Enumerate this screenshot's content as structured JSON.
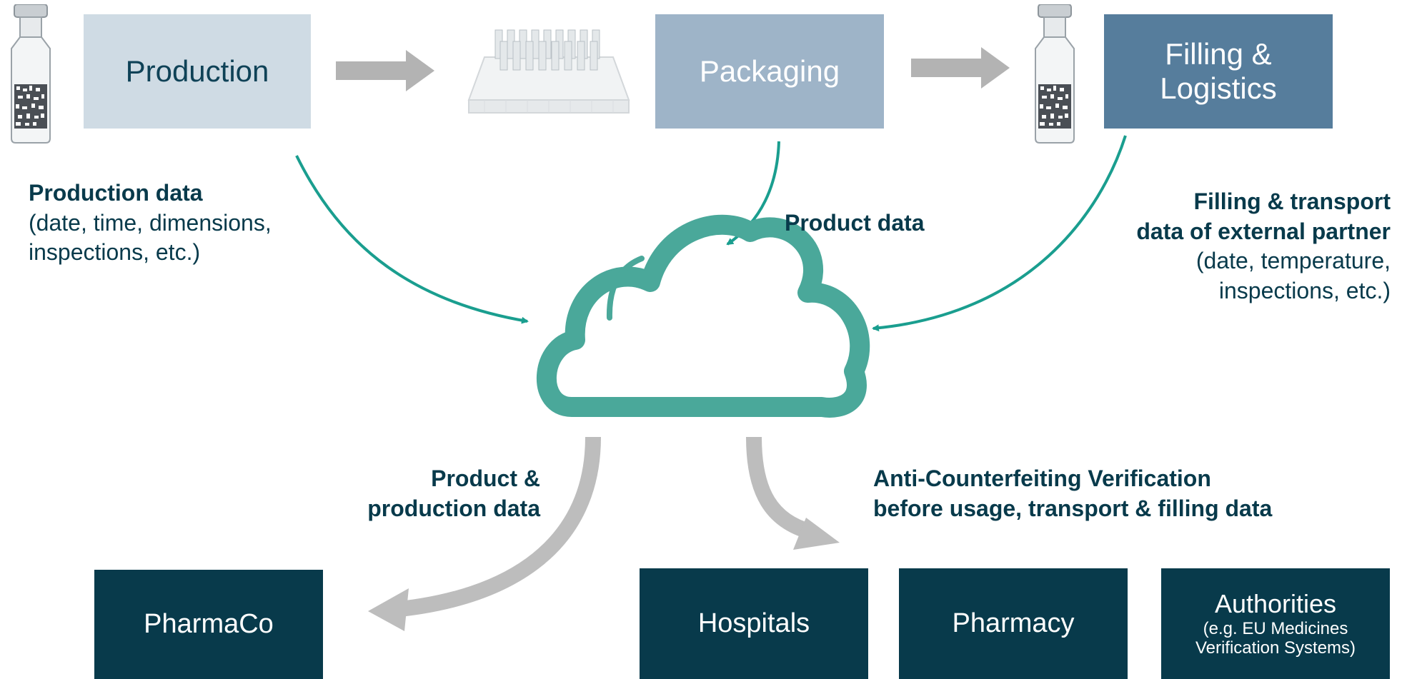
{
  "colors": {
    "production_box": "#cfdbe4",
    "packaging_box": "#9eb4c8",
    "filling_box": "#567d9c",
    "dark_box": "#083a4b",
    "teal": "#1a9e8f",
    "cloud": "#4aa89a",
    "grey_arrow": "#b8b8b8",
    "text_dark": "#083a4b"
  },
  "top": {
    "production": "Production",
    "packaging": "Packaging",
    "filling_line1": "Filling &",
    "filling_line2": "Logistics"
  },
  "labels": {
    "production_data_title": "Production data",
    "production_data_line1": "(date, time, dimensions,",
    "production_data_line2": "inspections, etc.)",
    "product_data_title": "Product data",
    "filling_title_line1": "Filling & transport",
    "filling_title_line2": "data of external partner",
    "filling_detail_line1": "(date, temperature,",
    "filling_detail_line2": "inspections, etc.)",
    "product_production_line1": "Product &",
    "product_production_line2": "production data",
    "anti_line1": "Anti-Counterfeiting Verification",
    "anti_line2": "before usage, transport & filling data"
  },
  "bottom": {
    "pharmaco": "PharmaCo",
    "hospitals": "Hospitals",
    "pharmacy": "Pharmacy",
    "authorities": "Authorities",
    "authorities_sub1": "(e.g. EU Medicines",
    "authorities_sub2": "Verification Systems)"
  },
  "icons": [
    "vial-icon",
    "vial-tray-icon",
    "vial-icon",
    "cloud-icon"
  ]
}
